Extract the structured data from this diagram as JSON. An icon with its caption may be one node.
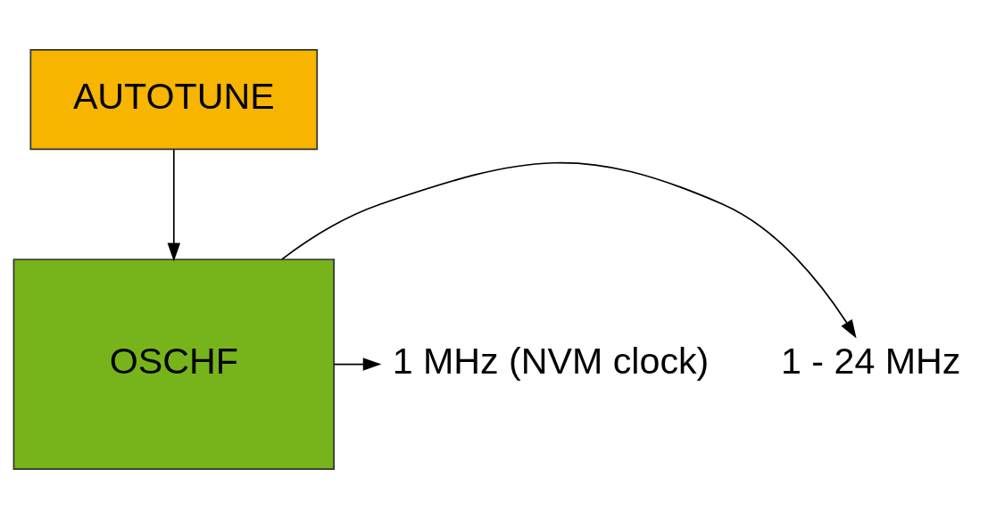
{
  "diagram": {
    "nodes": [
      {
        "text": [
          "AUTOTUNE"
        ]
      },
      {
        "text": [
          "OSCHF"
        ]
      },
      {
        "text": [
          "1 - 24 MHz"
        ]
      },
      {
        "text": [
          "1 MHz (NVM clock)"
        ]
      }
    ],
    "edges": [
      {
        "from": 0,
        "to": 1,
        "arrow": "to"
      },
      {
        "from": 1,
        "to": 2,
        "arrow": "to"
      },
      {
        "from": 1,
        "to": 3,
        "arrow": "to"
      }
    ]
  }
}
